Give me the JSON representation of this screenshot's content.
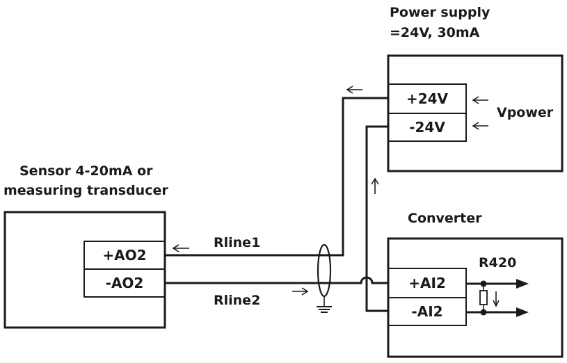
{
  "power_supply": {
    "title_line1": "Power supply",
    "title_line2": "=24V, 30mA",
    "terminals": [
      "+24V",
      "-24V"
    ],
    "side_label": "Vpower"
  },
  "sensor": {
    "title_line1": "Sensor 4-20mA or",
    "title_line2": "measuring transducer",
    "terminals": [
      "+AO2",
      "-AO2"
    ]
  },
  "converter": {
    "title": "Converter",
    "terminals": [
      "+AI2",
      "-AI2"
    ],
    "resistor_label": "R420"
  },
  "lines": {
    "line1": "Rline1",
    "line2": "Rline2"
  }
}
